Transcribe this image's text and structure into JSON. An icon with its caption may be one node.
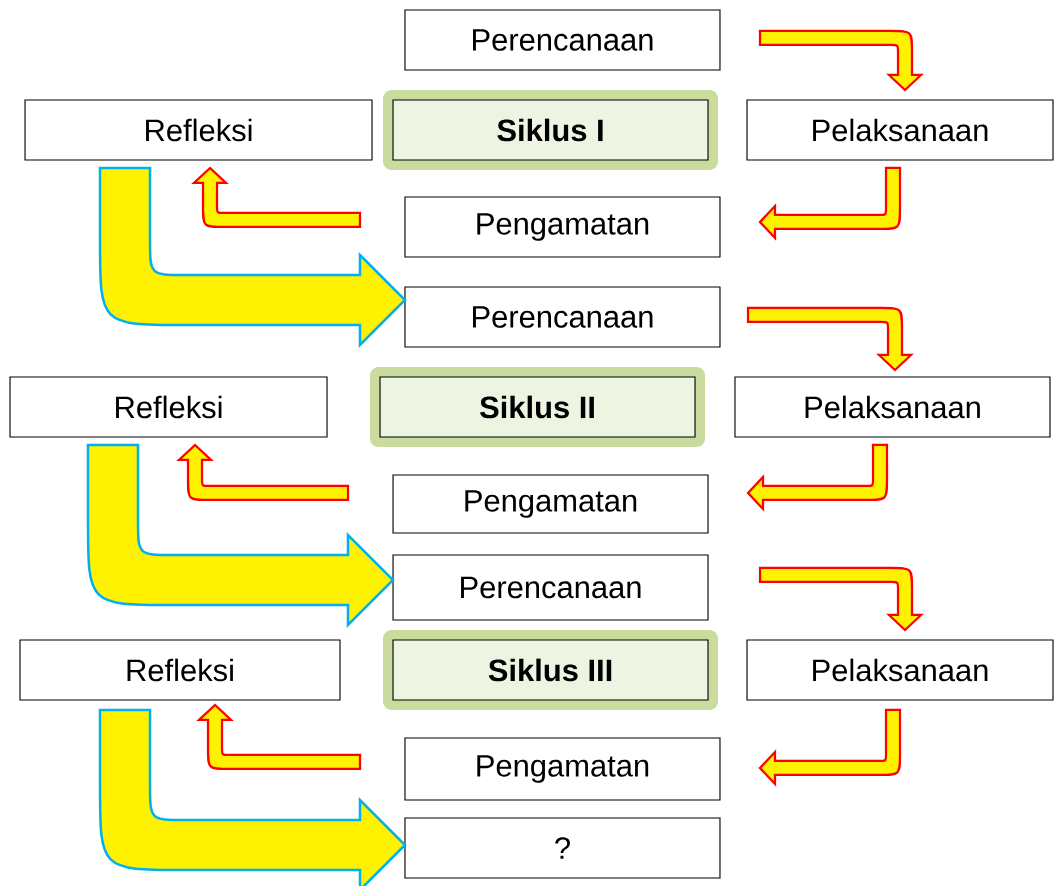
{
  "diagram": {
    "nodes": [
      {
        "text": [
          "Perencanaan"
        ]
      },
      {
        "text": [
          "Refleksi"
        ]
      },
      {
        "text": [
          "Siklus I"
        ]
      },
      {
        "text": [
          "Pelaksanaan"
        ]
      },
      {
        "text": [
          "Pengamatan"
        ]
      },
      {
        "text": [
          "Perencanaan"
        ]
      },
      {
        "text": [
          "Refleksi"
        ]
      },
      {
        "text": [
          "Siklus II"
        ]
      },
      {
        "text": [
          "Pelaksanaan"
        ]
      },
      {
        "text": [
          "Pengamatan"
        ]
      },
      {
        "text": [
          "Perencanaan"
        ]
      },
      {
        "text": [
          "Refleksi"
        ]
      },
      {
        "text": [
          "Siklus III"
        ]
      },
      {
        "text": [
          "Pelaksanaan"
        ]
      },
      {
        "text": [
          "Pengamatan"
        ]
      },
      {
        "text": [
          "?"
        ]
      }
    ],
    "edges": [
      {
        "from": 0,
        "to": 3,
        "arrow": "to"
      },
      {
        "from": 3,
        "to": 4,
        "arrow": "to"
      },
      {
        "from": 4,
        "to": 1,
        "arrow": "to"
      },
      {
        "from": 1,
        "to": 5,
        "arrow": "to",
        "style": "thick",
        "color": "#00b0f0"
      },
      {
        "from": 5,
        "to": 8,
        "arrow": "to"
      },
      {
        "from": 8,
        "to": 9,
        "arrow": "to"
      },
      {
        "from": 9,
        "to": 6,
        "arrow": "to"
      },
      {
        "from": 6,
        "to": 10,
        "arrow": "to",
        "style": "thick",
        "color": "#00b0f0"
      },
      {
        "from": 10,
        "to": 13,
        "arrow": "to"
      },
      {
        "from": 13,
        "to": 14,
        "arrow": "to"
      },
      {
        "from": 14,
        "to": 11,
        "arrow": "to"
      },
      {
        "from": 11,
        "to": 15,
        "arrow": "to",
        "style": "thick",
        "color": "#00b0f0"
      }
    ]
  }
}
